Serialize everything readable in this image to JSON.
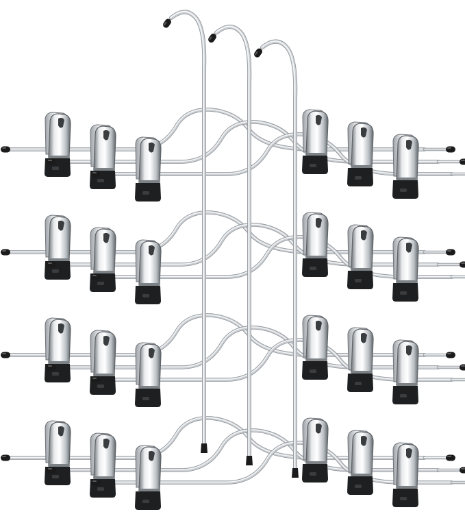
{
  "image": {
    "subject": "multi-tier-clip-hanger-set",
    "hanger_count": 3,
    "tiers_per_hanger": 4,
    "clips_per_side": 3,
    "colors": {
      "background": "#ffffff",
      "chrome_light": "#f4f5f6",
      "chrome_mid": "#c9cdd1",
      "chrome_dark": "#8c9196",
      "clip_base": "#1e1f20",
      "cap": "#1b1b1b"
    }
  }
}
